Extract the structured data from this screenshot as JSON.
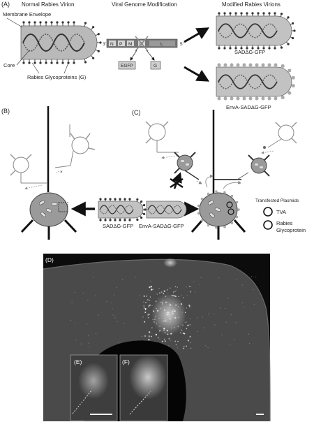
{
  "figure": {
    "panel_a": {
      "letter": "(A)",
      "headers": {
        "normal_virion": "Normal Rabies Virion",
        "genome_mod": "Viral Genome Modification",
        "modified_virions": "Modified Rabies Virions"
      },
      "labels": {
        "membrane": "Membrane Envelope",
        "core": "Core",
        "glycoproteins": "Rabies Glycoproteins (G)"
      },
      "genome": {
        "prime3": "3'",
        "prime5": "5'",
        "genes": [
          "N",
          "P",
          "M",
          "G",
          "L"
        ],
        "egfp": "EGFP",
        "g_box": "G"
      },
      "virion_sadg": "SADΔG-GFP",
      "virion_enva": "EnvA-SADΔG-GFP"
    },
    "panel_b": {
      "letter": "(B)",
      "virion_label": "SADΔG-GFP"
    },
    "panel_c": {
      "letter": "(C)",
      "virion_label": "EnvA-SADΔG-GFP",
      "legend_title": "Transfected Plasmids",
      "legend_tva": "TVA",
      "legend_rabies_1": "Rabies",
      "legend_rabies_2": "Glycoprotein"
    },
    "panel_d": {
      "letter": "(D)",
      "inset_e": "(E)",
      "inset_f": "(F)"
    }
  }
}
